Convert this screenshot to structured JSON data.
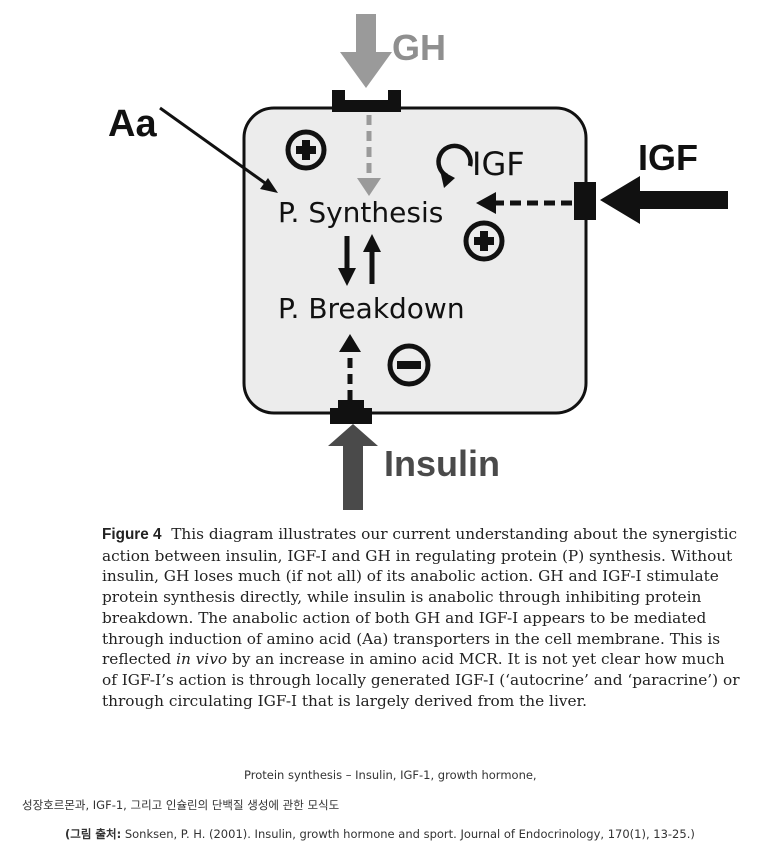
{
  "diagram": {
    "labels": {
      "gh": "GH",
      "aa": "Aa",
      "igf_outer": "IGF",
      "igf_inner": "IGF",
      "synthesis": "P. Synthesis",
      "breakdown": "P. Breakdown",
      "insulin": "Insulin"
    },
    "colors": {
      "box_fill": "#ececec",
      "gh_arrow": "#9a9a9a",
      "insulin_arrow": "#4a4a4a",
      "ink": "#111111"
    }
  },
  "caption": {
    "figure_label": "Figure 4",
    "text_before_italic": "This diagram illustrates our current understanding about the synergistic action between insulin, IGF-I and GH in regulating protein (P) synthesis. Without insulin, GH loses much (if not all) of its anabolic action. GH and IGF-I stimulate protein synthesis directly, while insulin is anabolic through inhibiting protein breakdown. The anabolic action of both GH and IGF-I appears to be mediated through induction of amino acid (Aa) transporters in the cell membrane. This is reflected",
    "italic": "in vivo",
    "text_after_italic": "by an increase in amino acid MCR. It is not yet clear how much of IGF-I’s action is through locally generated IGF-I (‘autocrine’ and ‘paracrine’) or through circulating IGF-I that is largely derived from the liver."
  },
  "notes": {
    "line1": "Protein synthesis – Insulin, IGF-1, growth hormone,",
    "line2": "성장호르몬과, IGF-1, 그리고 인슐린의 단백질 생성에 관한 모식도",
    "source_label": "(그림 출처:",
    "source_text": "Sonksen, P. H. (2001). Insulin, growth hormone and sport. Journal of Endocrinology, 170(1), 13-25.)"
  }
}
